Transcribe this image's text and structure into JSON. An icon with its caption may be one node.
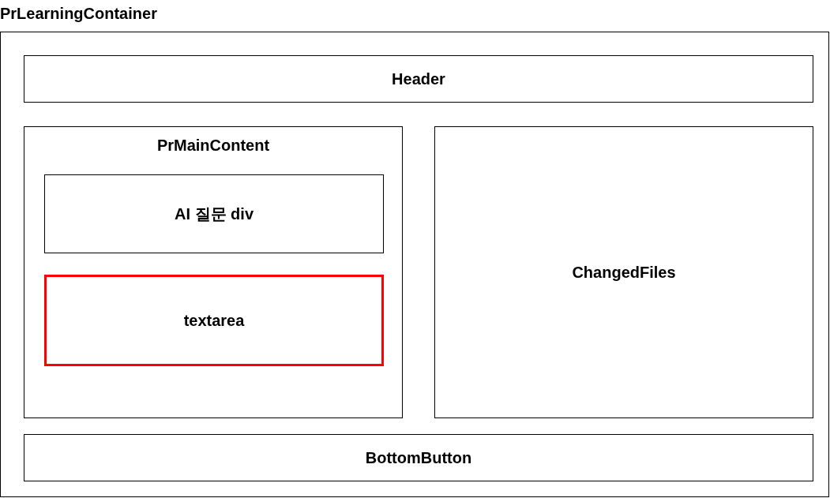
{
  "diagram": {
    "nodes": [
      {
        "text": [
          "PrLearningContainer"
        ]
      },
      {
        "text": [
          "Header"
        ],
        "in": 0
      },
      {
        "text": [
          "PrMainContent"
        ],
        "in": 0
      },
      {
        "text": [
          "AI 질문 div"
        ],
        "in": 2
      },
      {
        "text": [
          "textarea"
        ],
        "in": 2
      },
      {
        "text": [
          "ChangedFiles"
        ],
        "in": 0
      },
      {
        "text": [
          "BottomButton"
        ],
        "in": 0
      }
    ]
  }
}
